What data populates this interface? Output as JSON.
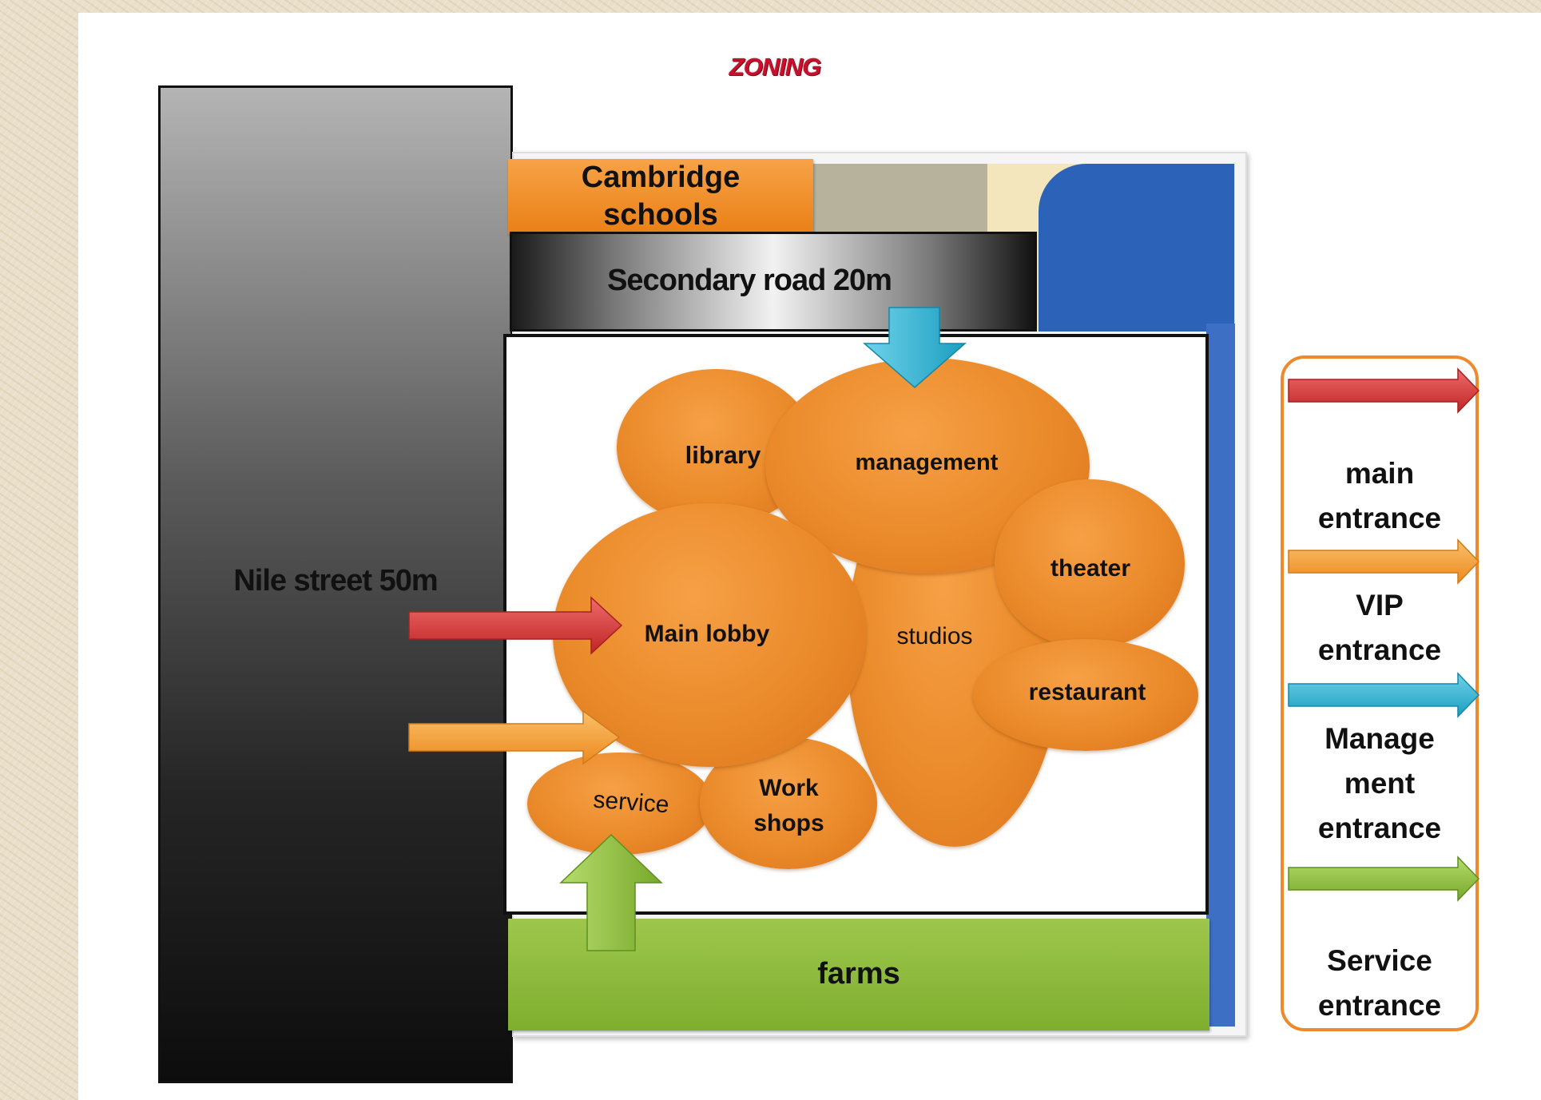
{
  "title": "ZONING",
  "roads": {
    "nile": "Nile street 50m",
    "secondary": "Secondary road 20m"
  },
  "neighbors": {
    "cambridge_line1": "Cambridge",
    "cambridge_line2": "schools",
    "farms": "farms"
  },
  "zones": {
    "library": "library",
    "management": "management",
    "main_lobby": "Main lobby",
    "studios": "studios",
    "theater": "theater",
    "restaurant": "restaurant",
    "service": "service",
    "workshops_line1": "Work",
    "workshops_line2": "shops"
  },
  "legend": {
    "main_line1": "main",
    "main_line2": "entrance",
    "vip_line1": "VIP",
    "vip_line2": "entrance",
    "mgmt_line1": "Manage",
    "mgmt_line2": "ment",
    "mgmt_line3": "entrance",
    "service_line1": "Service",
    "service_line2": "entrance"
  },
  "colors": {
    "main_entrance": "#d83a3a",
    "vip_entrance": "#f39b33",
    "management_entrance": "#2fb3d3",
    "service_entrance": "#8dbf3a",
    "zone_orange": "#ea8a2a",
    "title_red": "#c8102e"
  }
}
